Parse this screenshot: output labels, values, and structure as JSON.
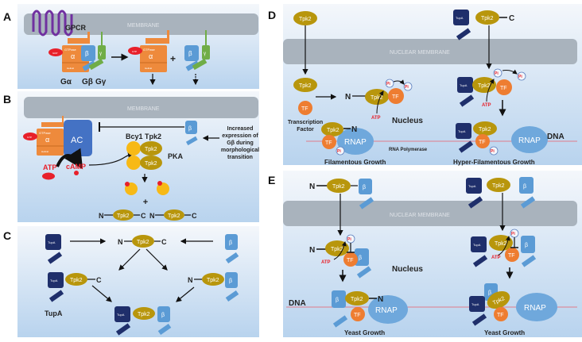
{
  "figure": {
    "panels": {
      "A": {
        "letter": "A",
        "membrane": "MEMBRANE",
        "gpcr": "GPCR",
        "gtpase": "GTPase",
        "alpha": "α",
        "helical": "Helical",
        "gdp": "GDP",
        "gtp": "GTP",
        "beta": "β",
        "gamma": "γ",
        "galpha": "Gα",
        "gbeta": "Gβ",
        "ggamma": "Gγ",
        "plus": "+"
      },
      "B": {
        "letter": "B",
        "membrane": "MEMBRANE",
        "ac": "AC",
        "atp": "ATP",
        "camp": "cAMP",
        "bcy1": "Bcy1",
        "tpk2": "Tpk2",
        "pka": "PKA",
        "plus": "+",
        "n": "N",
        "c": "C",
        "beta": "β",
        "gtp": "GTP",
        "gtpase": "GTPase",
        "alpha": "α",
        "helical": "Helical",
        "note": [
          "Increased",
          "expression of",
          "Gβ during",
          "morphological",
          "transition"
        ]
      },
      "C": {
        "letter": "C",
        "tupa": "TupA",
        "tupa_label": "TupA",
        "tpk2": "Tpk2",
        "beta": "β",
        "n": "N",
        "c": "C"
      },
      "D": {
        "letter": "D",
        "membrane": "NUCLEAR MEMBRANE",
        "tpk2": "Tpk2",
        "tf": "TF",
        "tf_label": [
          "Transcription",
          "Factor"
        ],
        "pi": "Pi",
        "atp": "ATP",
        "nucleus": "Nucleus",
        "rnap": "RNAP",
        "rnap_label": "RNA Polymerase",
        "dna": "DNA",
        "tupa": "TupA",
        "n": "N",
        "c": "C",
        "left_caption": "Filamentous Growth",
        "right_caption": "Hyper-Filamentous Growth"
      },
      "E": {
        "letter": "E",
        "membrane": "NUCLEAR MEMBRANE",
        "tpk2": "Tpk2",
        "tf": "TF",
        "pi": "Pi",
        "atp": "ATP",
        "beta": "β",
        "nucleus": "Nucleus",
        "rnap": "RNAP",
        "dna": "DNA",
        "tupa": "TupA",
        "n": "N",
        "left_caption": "Yeast Growth",
        "right_caption": "Yeast Growth"
      }
    },
    "colors": {
      "membrane": "#a9b3bd",
      "tpk2": "#b8960c",
      "tf": "#ee7d31",
      "gtpase": "#ee8a3c",
      "beta": "#5b9bd5",
      "gamma": "#70ad47",
      "tupa": "#1f2f6b",
      "ac": "#4472c4",
      "rnap": "#6fa8dc",
      "bcy1": "#f7b916",
      "red": "#e8202a",
      "gpcr": "#7030a0",
      "dna": "#e07b8a"
    }
  }
}
